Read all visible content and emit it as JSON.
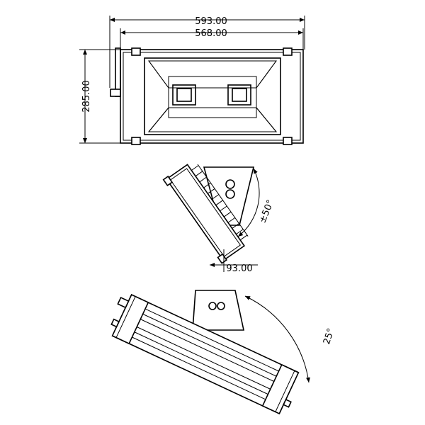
{
  "dimensions": {
    "overall_width": "593.00",
    "body_width": "568.00",
    "height": "285.00",
    "depth": "93.00",
    "tilt_side": "±50°",
    "tilt_bottom": "25°"
  },
  "colors": {
    "line": "#000000",
    "background": "#ffffff"
  }
}
